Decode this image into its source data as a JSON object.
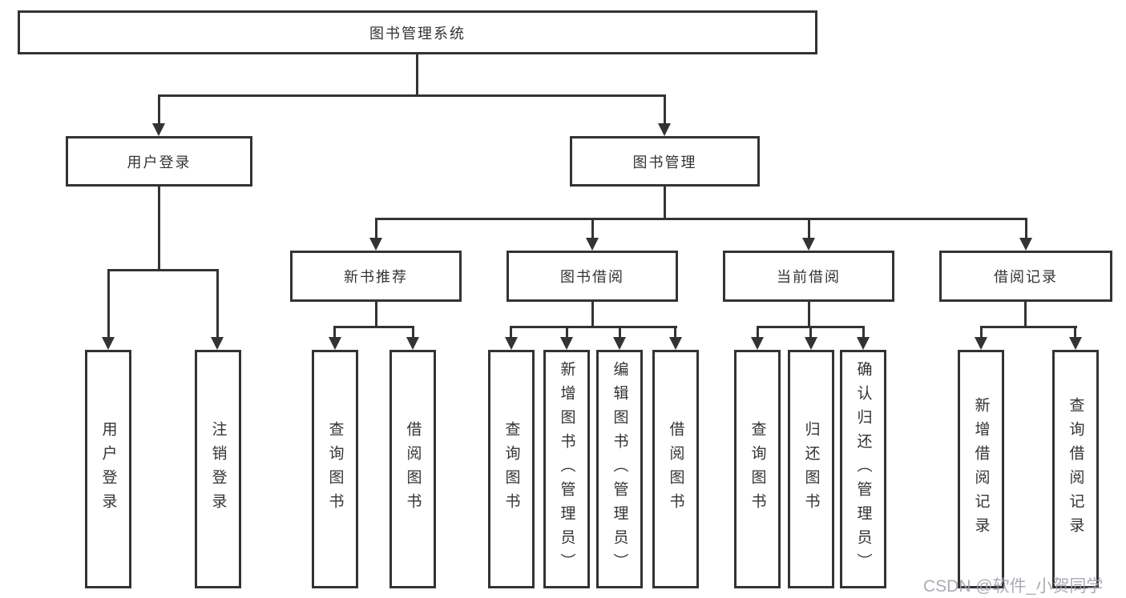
{
  "tree": {
    "label": "图书管理系统",
    "children": [
      {
        "label": "用户登录",
        "children": [
          {
            "label": "用户登录"
          },
          {
            "label": "注销登录"
          }
        ]
      },
      {
        "label": "图书管理",
        "children": [
          {
            "label": "新书推荐",
            "children": [
              {
                "label": "查询图书"
              },
              {
                "label": "借阅图书"
              }
            ]
          },
          {
            "label": "图书借阅",
            "children": [
              {
                "label": "查询图书"
              },
              {
                "label": "新增图书（管理员）"
              },
              {
                "label": "编辑图书（管理员）"
              },
              {
                "label": "借阅图书"
              }
            ]
          },
          {
            "label": "当前借阅",
            "children": [
              {
                "label": "查询图书"
              },
              {
                "label": "归还图书"
              },
              {
                "label": "确认归还（管理员）"
              }
            ]
          },
          {
            "label": "借阅记录",
            "children": [
              {
                "label": "新增借阅记录"
              },
              {
                "label": "查询借阅记录"
              }
            ]
          }
        ]
      }
    ]
  },
  "watermark": {
    "text": "CSDN @软件_小贺同学"
  },
  "colors": {
    "line": "#333333",
    "text": "#333333",
    "background": "#ffffff",
    "watermark": "#9ea2a8"
  }
}
